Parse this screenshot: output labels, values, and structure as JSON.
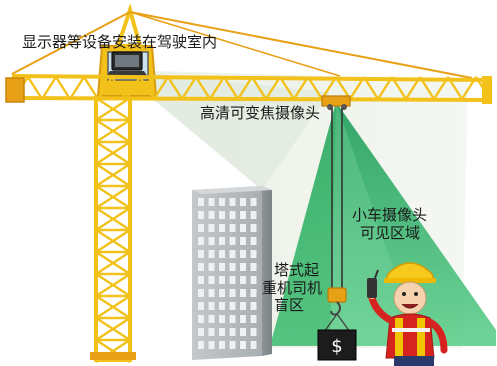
{
  "labels": {
    "display_in_cab": "显示器等设备安装在驾驶室内",
    "hd_zoom_camera": "高清可变焦摄像头",
    "trolley_camera_line1": "小车摄像头",
    "trolley_camera_line2": "可见区域",
    "blind_zone_line1": "塔式起",
    "blind_zone_line2": "重机司机",
    "blind_zone_line3": "盲区"
  },
  "load_symbol": "$",
  "colors": {
    "crane_yellow": "#f2c21b",
    "crane_orange": "#e8a016",
    "camera_view_green": "#2db36a",
    "camera_view_light": "#cfe9d6",
    "building_gray": "#b9bdbf",
    "cab_view_light": "#e7efe6"
  }
}
